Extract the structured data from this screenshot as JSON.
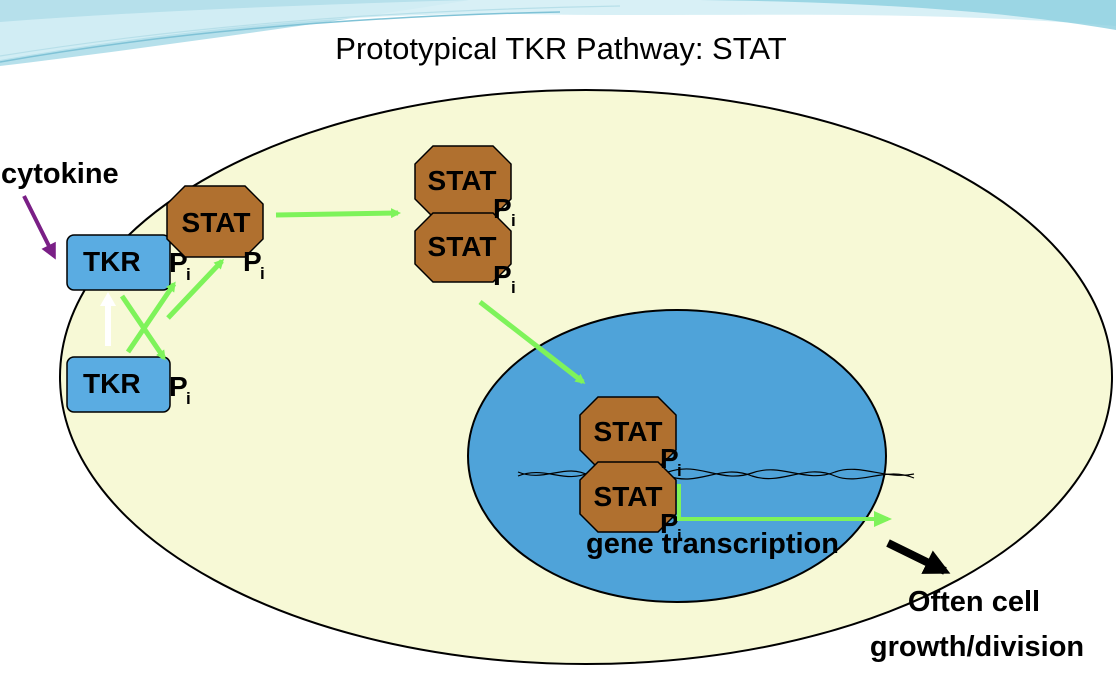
{
  "title": "Prototypical TKR Pathway: STAT",
  "labels": {
    "cytokine": "cytokine",
    "tkr": "TKR",
    "stat": "STAT",
    "phosphate": "P",
    "phosphate_subscript": "i",
    "gene_transcription": "gene transcription",
    "outcome_line1": "Often cell",
    "outcome_line2": "growth/division"
  },
  "colors": {
    "cell": "#f7f9d6",
    "nucleus": "#4fa3d9",
    "receptor": "#5aace2",
    "stat": "#b0702f",
    "arrow_green": "#7ef35a",
    "arrow_purple": "#7a1f86",
    "arrow_black": "#000000",
    "header_wave": "#7fc2d6"
  },
  "icons": {
    "stat-protein": "octagon",
    "tkr-receptor": "rounded-rectangle"
  }
}
